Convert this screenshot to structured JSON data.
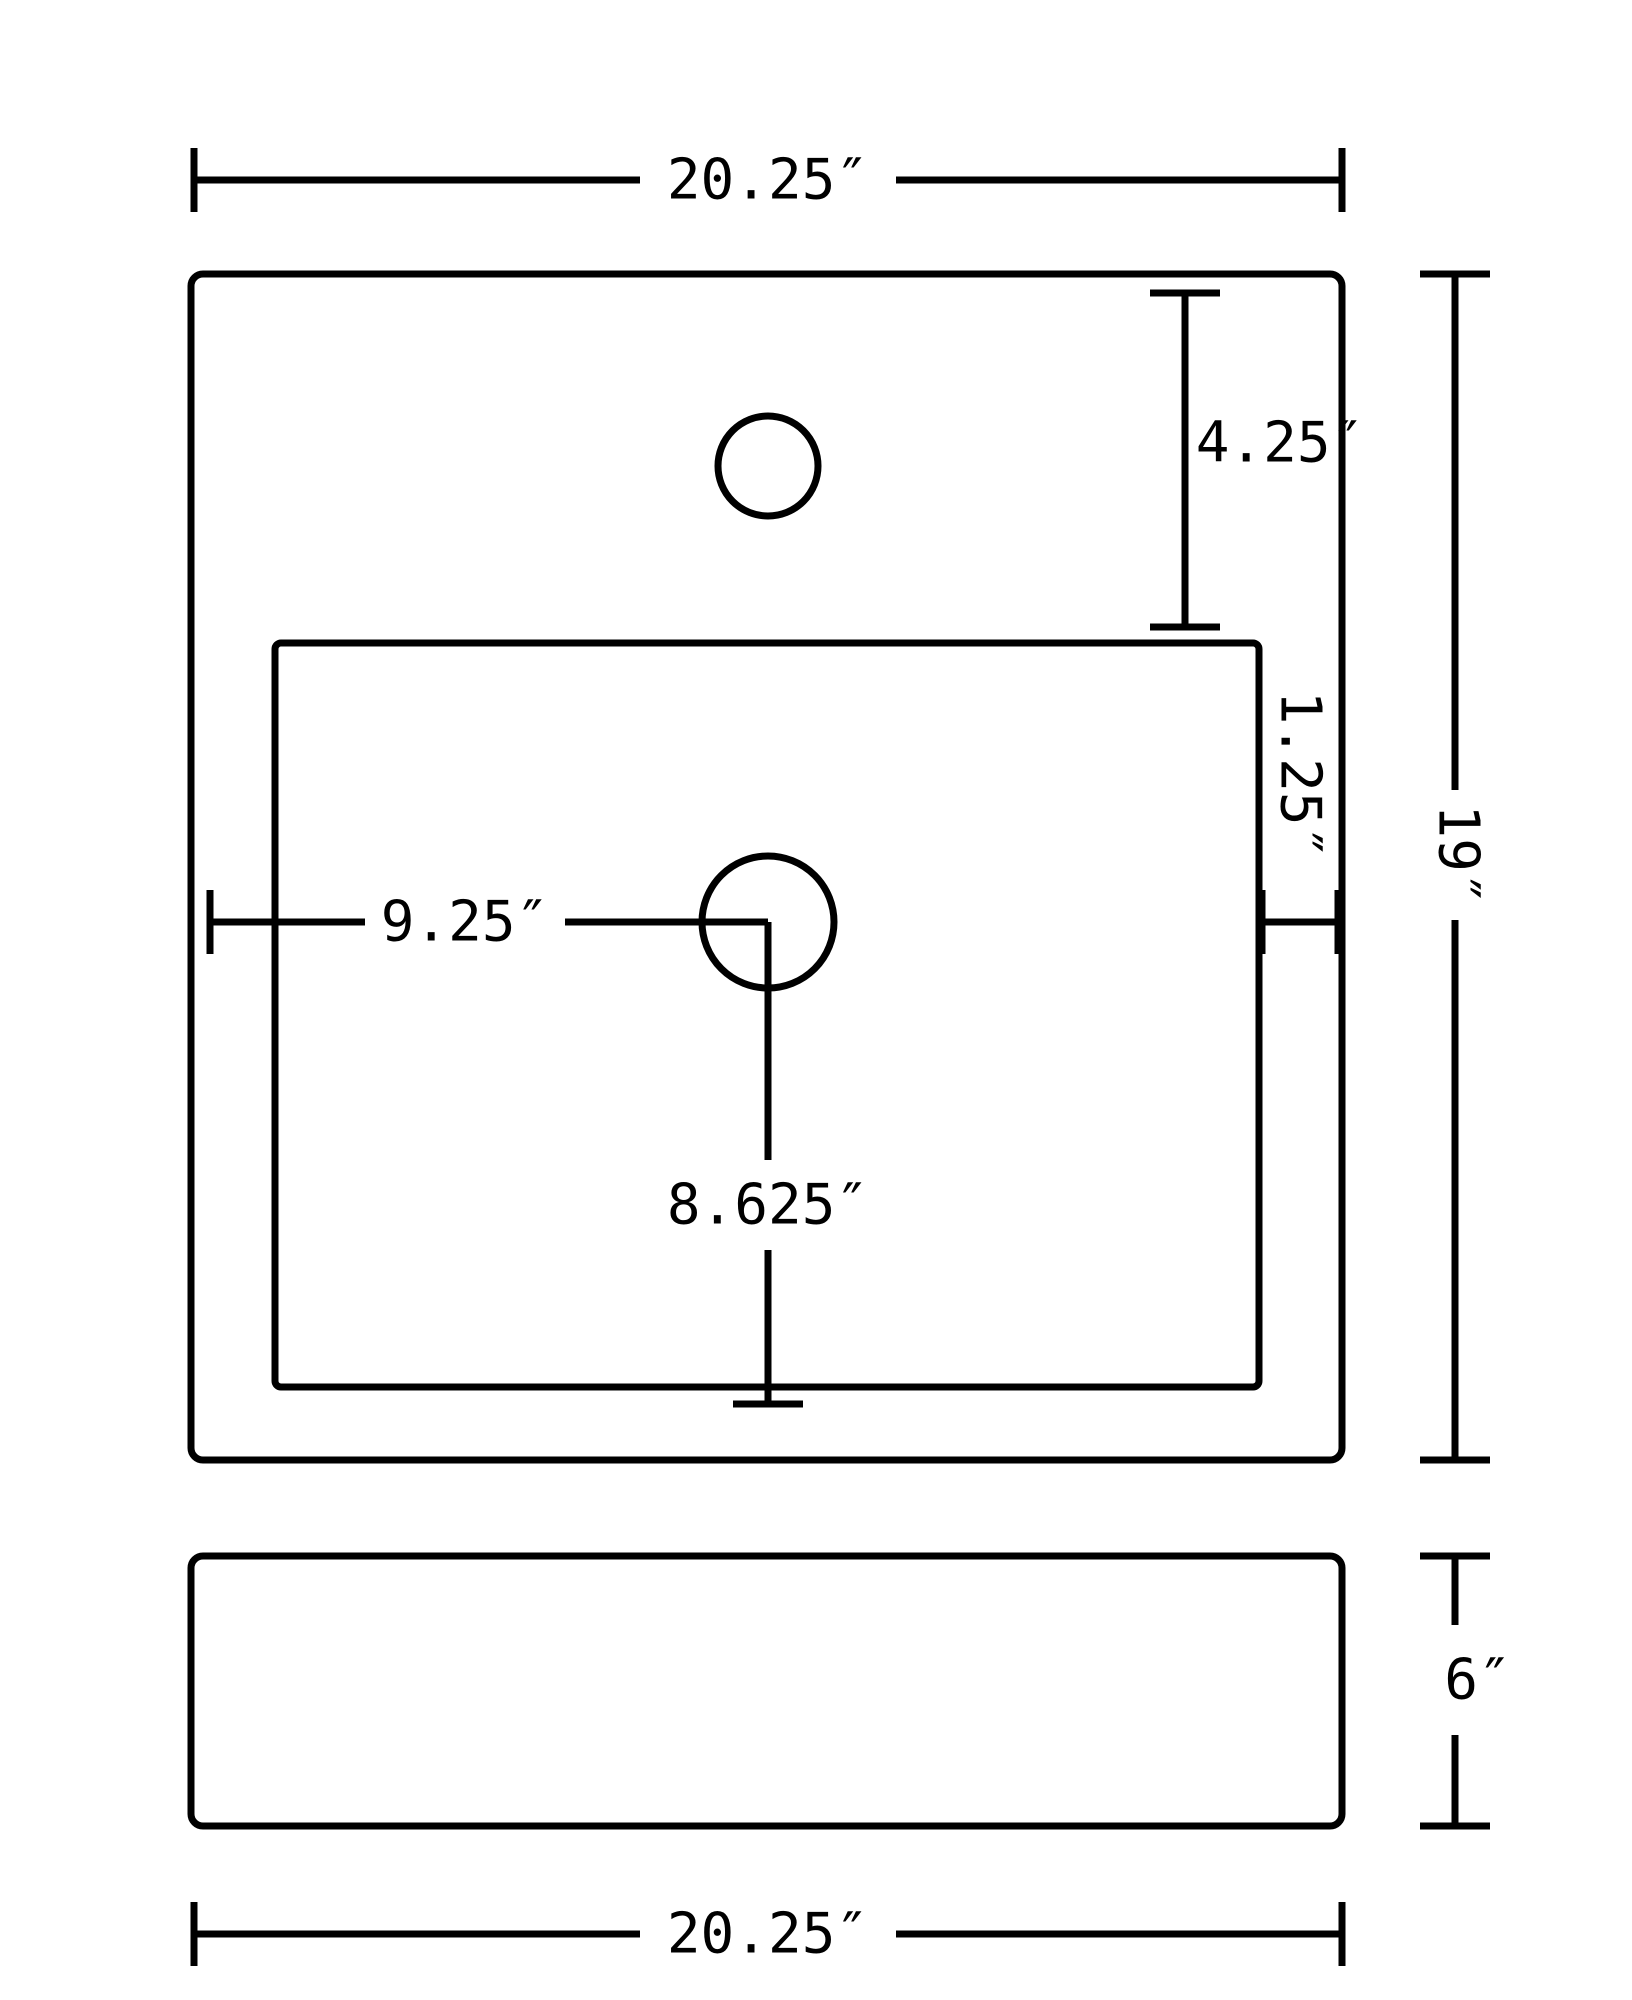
{
  "colors": {
    "line": "#000000",
    "background": "#ffffff"
  },
  "labels": {
    "overall_width_top": "20.25″",
    "faucet_hole_setback": "4.25″",
    "basin_rim_gap": "1.25″",
    "overall_depth": "19″",
    "drain_offset_left": "9.25″",
    "drain_offset_down": "8.625″",
    "side_height": "6″",
    "overall_width_bottom": "20.25″"
  }
}
